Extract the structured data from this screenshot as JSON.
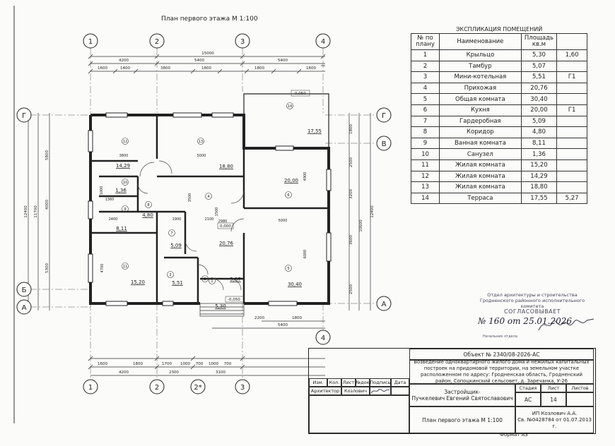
{
  "plan_title": "План первого этажа М 1:100",
  "axis_marks": {
    "top": [
      "1",
      "2",
      "3",
      "4"
    ],
    "bottom": [
      "1",
      "2",
      "2*",
      "3"
    ],
    "left": [
      "Г",
      "Б",
      "А"
    ],
    "right": [
      "Г",
      "В",
      "А"
    ],
    "right_low": "4"
  },
  "dimensions": {
    "top_total": "15000",
    "top_main": [
      "4200",
      "5400",
      "5400"
    ],
    "top_detail": [
      "1600",
      "1400",
      "3800",
      "1800",
      "1800",
      "1600"
    ],
    "bottom_main": [
      "4200",
      "2300",
      "3100"
    ],
    "bottom_detail": [
      "1600",
      "1800",
      "1700",
      "1000",
      "700",
      "1000",
      "700"
    ],
    "bottom_right": [
      "2200",
      "1800",
      "5400"
    ],
    "left_total": "12400",
    "left_outer": "11700",
    "left_parts": [
      "5800",
      "4000",
      "5300"
    ],
    "right_parts": [
      "1800",
      "2500",
      "3200",
      "3600",
      "2500"
    ],
    "right_total": "10600",
    "right_total2": "12400",
    "interior": [
      "3800",
      "5000",
      "5000",
      "1900",
      "2100",
      "2980",
      "2400",
      "1360",
      "4700",
      "3500",
      "6000",
      "4900",
      "1000",
      "1500"
    ]
  },
  "room_areas": [
    "14,29",
    "18,80",
    "20,00",
    "17,55",
    "1,36",
    "4,80",
    "8,11",
    "5,09",
    "20,76",
    "15,20",
    "5,51",
    "5,07",
    "30,40",
    "5,30"
  ],
  "room_numbers": [
    "1",
    "2",
    "3",
    "4",
    "5",
    "6",
    "7",
    "8",
    "9",
    "10",
    "11",
    "12",
    "13",
    "14"
  ],
  "level_marks": [
    "-0,050",
    "0,000",
    "-0,050"
  ],
  "explication": {
    "caption": "ЭКСПЛИКАЦИЯ ПОМЕЩЕНИЙ",
    "headers": [
      "№ по плану",
      "Наименование",
      "Площадь кв.м",
      ""
    ],
    "rows": [
      [
        "1",
        "Крыльцо",
        "5,30",
        "1,60"
      ],
      [
        "2",
        "Тамбур",
        "5,07",
        ""
      ],
      [
        "3",
        "Мини-котельная",
        "5,51",
        "Г1"
      ],
      [
        "4",
        "Прихожая",
        "20,76",
        ""
      ],
      [
        "5",
        "Общая комната",
        "30,40",
        ""
      ],
      [
        "6",
        "Кухня",
        "20,00",
        "Г1"
      ],
      [
        "7",
        "Гардеробная",
        "5,09",
        ""
      ],
      [
        "8",
        "Коридор",
        "4,80",
        ""
      ],
      [
        "9",
        "Ванная комната",
        "8,11",
        ""
      ],
      [
        "10",
        "Санузел",
        "1,36",
        ""
      ],
      [
        "11",
        "Жилая комната",
        "15,20",
        ""
      ],
      [
        "12",
        "Жилая комната",
        "14,29",
        ""
      ],
      [
        "13",
        "Жилая комната",
        "18,80",
        ""
      ],
      [
        "14",
        "Терраса",
        "17,55",
        "5,27"
      ]
    ]
  },
  "approval": {
    "line1": "Отдел архитектуры и строительства",
    "line2": "Гродненского районного исполнительного комитета",
    "line3": "СОГЛАСОВЫВАЕТ",
    "handwritten_date": "№ 160 от 25.01.2026",
    "small_label": "Начальник отдела"
  },
  "title_block": {
    "object_no": "Объект № 2340/08-2026-АС",
    "description": "Возведение одноквартирного жилого дома и нежилых капитальных построек на придомовой территории, на земельном участке расположенном по адресу: Гродненская область, Гродненский район, Сопоцкинский сельсовет, д. Заречанка, У-26",
    "col_headers": [
      "Изм.",
      "Кол.",
      "Лист",
      "№док",
      "Подпись",
      "Дата"
    ],
    "role": "Архитектор",
    "person": "Козлович",
    "client_label": "Застройщик-",
    "client_name": "Пучкелевич Евгений Святославович",
    "stage_headers": [
      "Стадия",
      "Лист",
      "Листов"
    ],
    "stage": "АС",
    "sheet": "14",
    "sheet_name": "План первого этажа М 1:100",
    "company1": "ИП Козлович А.А.",
    "company2": "Св. №0428784 от 01.07.2013 г."
  },
  "format": "Формат А3"
}
